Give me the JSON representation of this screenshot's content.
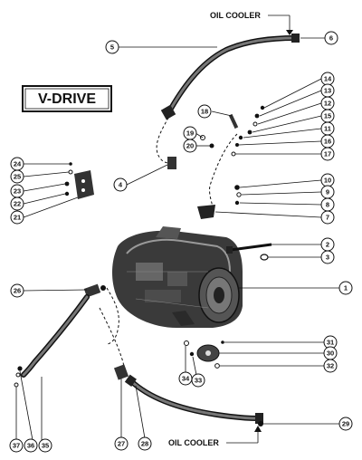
{
  "title": "V-DRIVE",
  "oil_cooler_top": "OIL COOLER",
  "oil_cooler_bottom": "OIL COOLER",
  "callouts": {
    "c1": "1",
    "c2": "2",
    "c3": "3",
    "c4": "4",
    "c5": "5",
    "c6": "6",
    "c7": "7",
    "c8": "8",
    "c9": "9",
    "c10": "10",
    "c11": "11",
    "c12": "12",
    "c13": "13",
    "c14": "14",
    "c15": "15",
    "c16": "16",
    "c17": "17",
    "c18": "18",
    "c19": "19",
    "c20": "20",
    "c21": "21",
    "c22": "22",
    "c23": "23",
    "c24": "24",
    "c25": "25",
    "c26": "26",
    "c27": "27",
    "c28": "28",
    "c29": "29",
    "c30": "30",
    "c31": "31",
    "c32": "32",
    "c33": "33",
    "c34": "34",
    "c35": "35",
    "c36": "36",
    "c37": "37"
  }
}
